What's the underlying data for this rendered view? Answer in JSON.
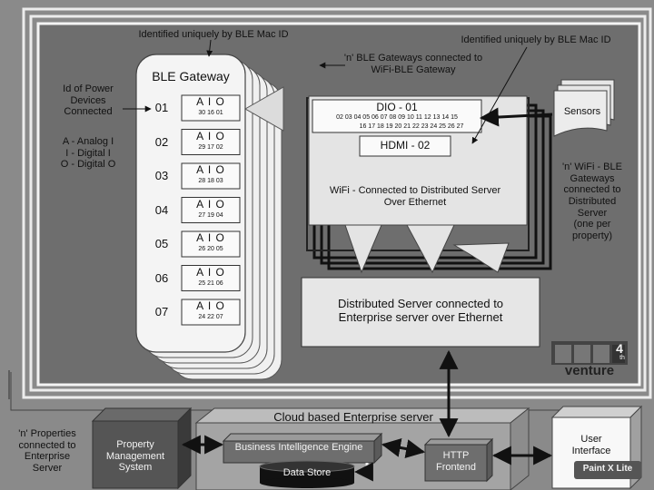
{
  "annotations": {
    "ble_mac_left": "Identified uniquely by BLE Mac ID",
    "ble_mac_right": "Identified uniquely by BLE Mac ID",
    "n_ble_gateways": "'n' BLE Gateways connected to\nWiFi-BLE Gateway",
    "id_power_devices": "Id of Power\nDevices\nConnected",
    "legend": "A - Analog I\nI - Digital I\nO - Digital O",
    "n_wifi_ble": "'n' WiFi - BLE\nGateways\nconnected to\nDistributed\nServer\n(one per\nproperty)",
    "n_properties": "'n' Properties\nconnected to\nEnterprise\nServer"
  },
  "ble_gateway": {
    "title": "BLE Gateway",
    "rows": [
      {
        "id": "01",
        "label": "A I O",
        "pins": "30 16 01"
      },
      {
        "id": "02",
        "label": "A I O",
        "pins": "29 17 02"
      },
      {
        "id": "03",
        "label": "A I O",
        "pins": "28 18 03"
      },
      {
        "id": "04",
        "label": "A I O",
        "pins": "27 19 04"
      },
      {
        "id": "05",
        "label": "A I O",
        "pins": "26 20 05"
      },
      {
        "id": "06",
        "label": "A I O",
        "pins": "25 21 06"
      },
      {
        "id": "07",
        "label": "A I O",
        "pins": "24 22 07"
      }
    ]
  },
  "wifi_gateway": {
    "dio_title": "DIO - 01",
    "dio_pins_1": "02 03 04 05 06 07 08 09 10 11 12 13 14 15",
    "dio_pins_2": "16 17 18 19 20 21 22 23 24 25 26 27",
    "hdmi": "HDMI - 02",
    "wifi_text": "WiFi - Connected to Distributed Server\nOver Ethernet"
  },
  "sensors": "Sensors",
  "distributed_server": "Distributed Server connected to\nEnterprise server over Ethernet",
  "logo": {
    "number": "4",
    "suffix": "th",
    "word": "venture"
  },
  "cloud": {
    "title": "Cloud based Enterprise server",
    "bi_engine": "Business Intelligence Engine",
    "data_store": "Data Store",
    "http_frontend": "HTTP\nFrontend"
  },
  "pms": "Property\nManagement\nSystem",
  "user_interface": "User\nInterface",
  "watermark": "Paint X Lite"
}
